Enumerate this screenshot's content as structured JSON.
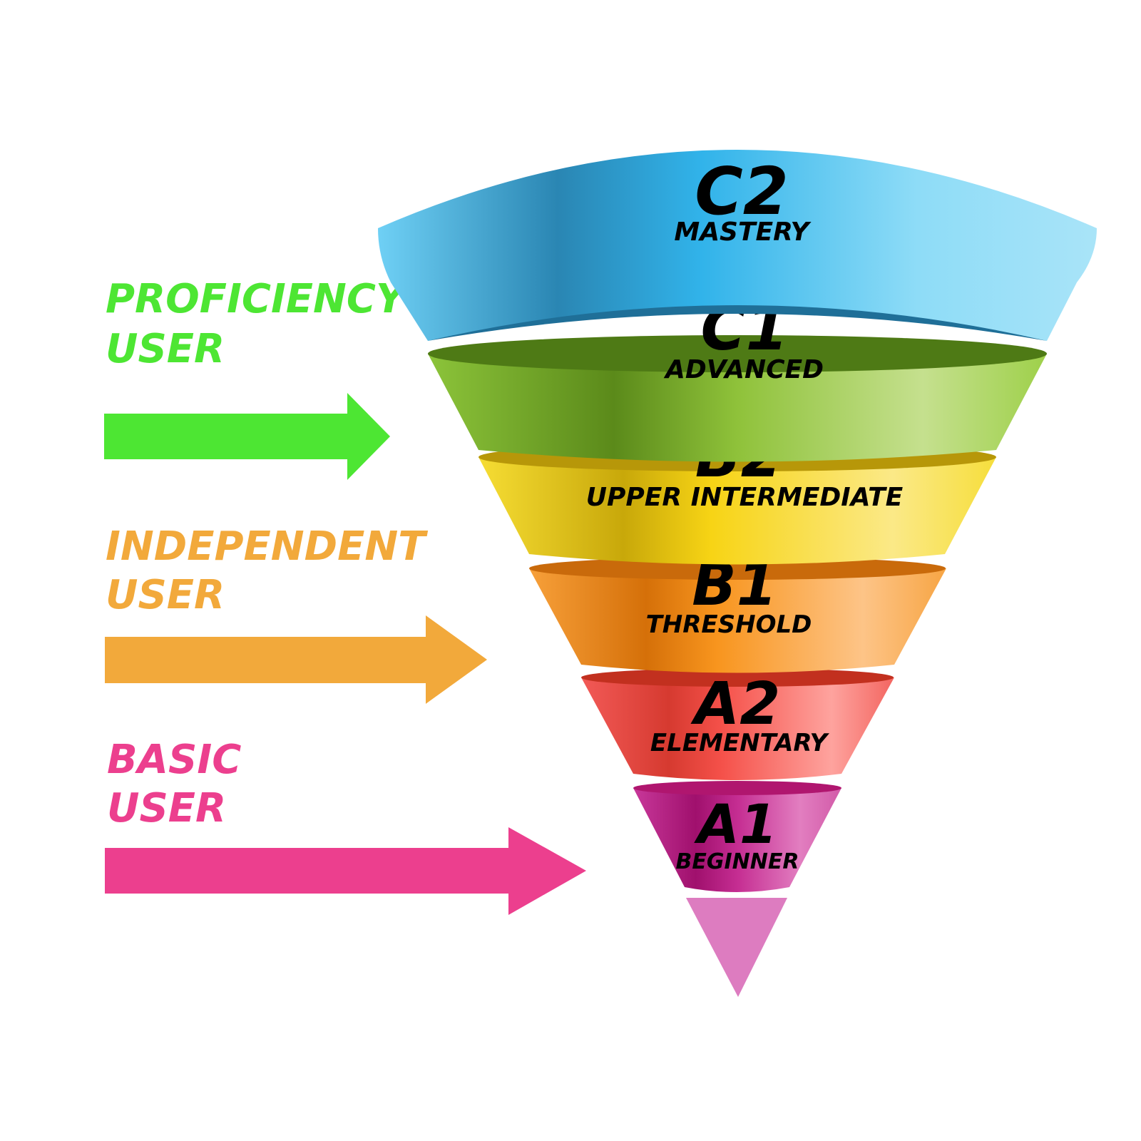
{
  "groups": [
    {
      "line1": "PROFICIENCY",
      "line2": "USER",
      "color": "#4de633"
    },
    {
      "line1": "INDEPENDENT",
      "line2": "USER",
      "color": "#f2a93b"
    },
    {
      "line1": "BASIC",
      "line2": "USER",
      "color": "#ec3f8e"
    }
  ],
  "levels": [
    {
      "code": "C2",
      "name": "MASTERY",
      "color": "#4fc3f0"
    },
    {
      "code": "C1",
      "name": "ADVANCED",
      "color": "#8fbf3a"
    },
    {
      "code": "B2",
      "name": "UPPER INTERMEDIATE",
      "color": "#f7d832"
    },
    {
      "code": "B1",
      "name": "THRESHOLD",
      "color": "#f9a03f"
    },
    {
      "code": "A2",
      "name": "ELEMENTARY",
      "color": "#f25a57"
    },
    {
      "code": "A1",
      "name": "BEGINNER",
      "color": "#c8389a"
    }
  ],
  "tip_color": "#dd7cc0"
}
